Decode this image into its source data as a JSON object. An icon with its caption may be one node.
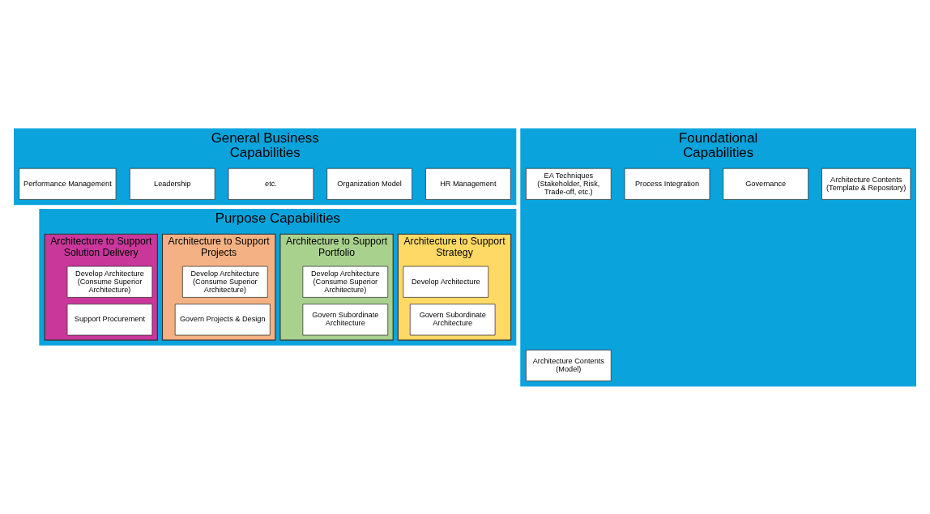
{
  "diagram": {
    "nodes": [
      {
        "text": [
          "General Business Capabilities"
        ]
      },
      {
        "text": [
          "Leadership"
        ],
        "in": 0
      },
      {
        "text": [
          "Performance Management"
        ],
        "in": 0
      },
      {
        "text": [
          "HR Management"
        ],
        "in": 0
      },
      {
        "text": [
          "Organization Model"
        ],
        "in": 0
      },
      {
        "text": [
          "etc."
        ],
        "in": 0
      },
      {
        "text": [
          "Purpose Capabilities"
        ]
      },
      {
        "text": [
          "Architecture to Support Strategy"
        ],
        "in": 6
      },
      {
        "text": [
          "Develop Architecture"
        ],
        "in": 7
      },
      {
        "text": [
          "Govern Subordinate Architecture"
        ],
        "in": 7
      },
      {
        "text": [
          "Architecture to Support Portfolio"
        ],
        "in": 6
      },
      {
        "text": [
          "Develop Architecture (Consume Superior Architecture)"
        ],
        "in": 10
      },
      {
        "text": [
          "Govern Subordinate Architecture"
        ],
        "in": 10
      },
      {
        "text": [
          "Architecture to Support Projects"
        ],
        "in": 6
      },
      {
        "text": [
          "Develop Architecture (Consume Superior Architecture)"
        ],
        "in": 13
      },
      {
        "text": [
          "Govern Projects & Design"
        ],
        "in": 13
      },
      {
        "text": [
          "Architecture to Support Solution Delivery"
        ],
        "in": 6
      },
      {
        "text": [
          "Develop Architecture (Consume Superior Architecture)"
        ],
        "in": 16
      },
      {
        "text": [
          "Support Procurement"
        ],
        "in": 16
      },
      {
        "text": [
          "Foundational Capabilities"
        ]
      },
      {
        "text": [
          "Architecture Contents (Model)"
        ],
        "in": 19
      },
      {
        "text": [
          "Architecture Contents (Template & Repository)"
        ],
        "in": 19
      },
      {
        "text": [
          "Governance"
        ],
        "in": 19
      },
      {
        "text": [
          "Process Integration"
        ],
        "in": 19
      },
      {
        "text": [
          "EA Techniques (Stakeholder, Risk, Trade-off, etc.)"
        ],
        "in": 19
      }
    ]
  }
}
